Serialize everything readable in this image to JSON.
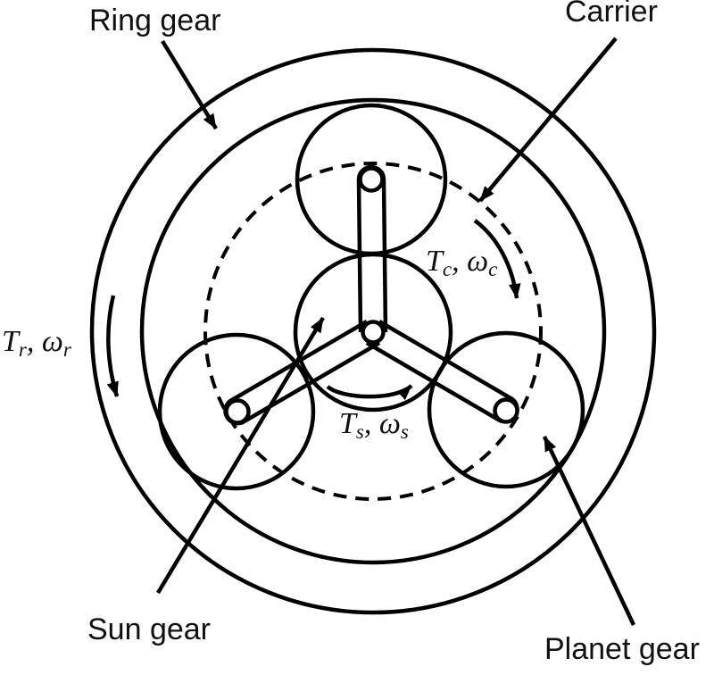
{
  "diagram": {
    "type": "planetary-gear-schematic",
    "colors": {
      "stroke": "#000000",
      "background": "#ffffff"
    },
    "labels": {
      "ring_gear": "Ring gear",
      "carrier": "Carrier",
      "sun_gear": "Sun gear",
      "planet_gear": "Planet gear"
    },
    "math_labels": {
      "ring": {
        "t": "T",
        "t_sub": "r",
        "sep": ", ",
        "w": "ω",
        "w_sub": "r"
      },
      "carrier": {
        "t": "T",
        "t_sub": "c",
        "sep": ", ",
        "w": "ω",
        "w_sub": "c"
      },
      "sun": {
        "t": "T",
        "t_sub": "s",
        "sep": ", ",
        "w": "ω",
        "w_sub": "s"
      }
    }
  }
}
